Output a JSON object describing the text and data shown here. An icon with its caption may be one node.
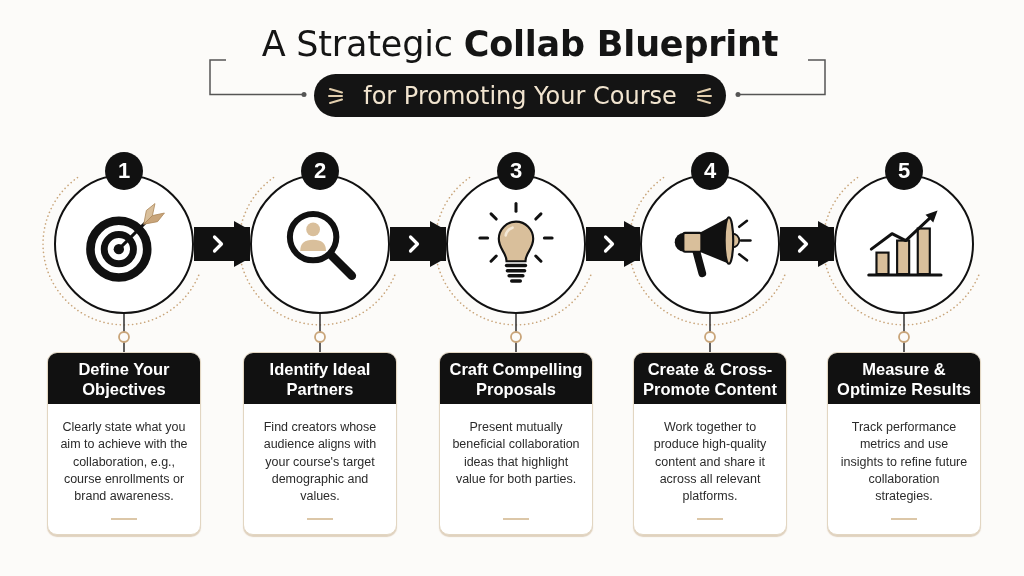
{
  "diagram": {
    "title": "A Strategic **Collab Blueprint**",
    "nodes": [
      {
        "text": [
          "1"
        ]
      },
      {
        "text": [
          "2"
        ]
      },
      {
        "text": [
          "3"
        ]
      },
      {
        "text": [
          "4"
        ]
      },
      {
        "text": [
          "5"
        ]
      },
      {
        "text": [
          "Define Your Objectives",
          "Clearly state what you aim to achieve with the collaboration, e.g., course enrollments or brand awareness."
        ]
      },
      {
        "text": [
          "Identify Ideal Partners",
          "Find creators whose audience aligns with your course's target demographic and values."
        ]
      },
      {
        "text": [
          "Craft Compelling Proposals",
          "Present mutually beneficial collaboration ideas that highlight value for both parties."
        ]
      },
      {
        "text": [
          "Create & Cross-Promote Content",
          "Work together to produce high-quality content and share it across all relevant platforms."
        ]
      },
      {
        "text": [
          "Measure & Optimize Results",
          "Track performance metrics and use insights to refine future collaboration strategies."
        ]
      }
    ],
    "edges": [
      {
        "from": 0,
        "to": 1,
        "arrow": "to",
        "style": "thick"
      },
      {
        "from": 1,
        "to": 2,
        "arrow": "to",
        "style": "thick"
      },
      {
        "from": 2,
        "to": 3,
        "arrow": "to",
        "style": "thick"
      },
      {
        "from": 3,
        "to": 4,
        "arrow": "to",
        "style": "thick"
      },
      {
        "from": 0,
        "to": 5,
        "arrow": "other"
      },
      {
        "from": 1,
        "to": 6,
        "arrow": "other"
      },
      {
        "from": 2,
        "to": 7,
        "arrow": "other"
      },
      {
        "from": 3,
        "to": 8,
        "arrow": "other"
      },
      {
        "from": 4,
        "to": 9,
        "arrow": "other"
      }
    ],
    "labels": [
      "for Promoting Your Course"
    ]
  }
}
